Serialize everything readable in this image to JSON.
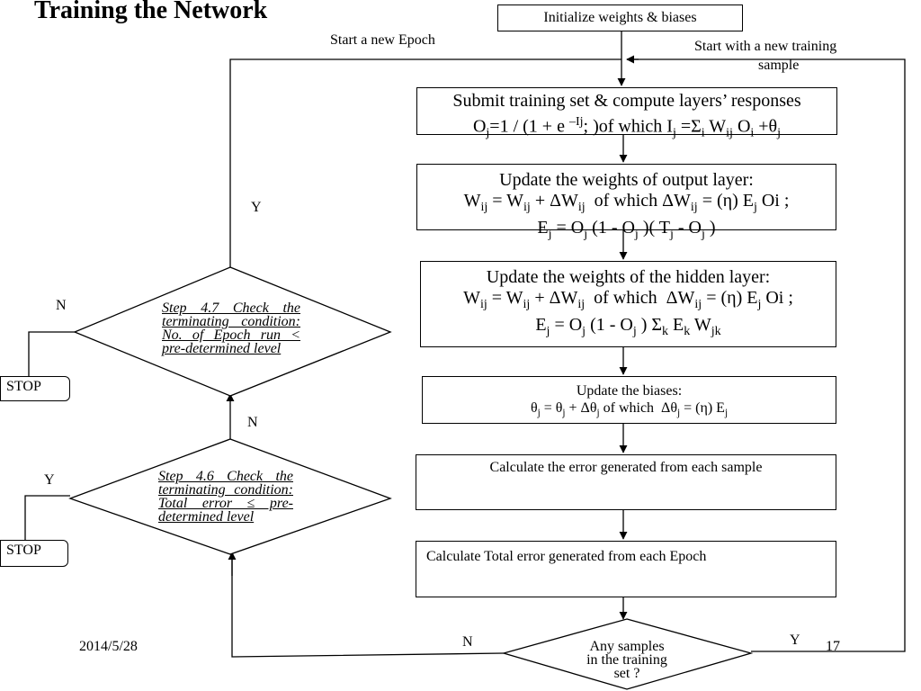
{
  "title": "Training the Network",
  "labels": {
    "start_new_epoch": "Start a new Epoch",
    "start_new_sample_1": "Start with a new training",
    "start_new_sample_2": "sample",
    "y_top": "Y",
    "n_left": "N",
    "n_mid": "N",
    "y_mid": "Y",
    "n_bottom": "N",
    "y_bottom": "Y",
    "date": "2014/5/28",
    "page_number": "17"
  },
  "boxes": {
    "init": "Initialize weights & biases",
    "submit_line1": "Submit training set & compute layers’ responses",
    "output_line1": "Update the weights of output layer:",
    "hidden_line1": "Update the weights of the hidden layer:",
    "biases_line1": "Update the biases:",
    "error_sample": "Calculate the error generated from each sample",
    "error_epoch": "Calculate Total error generated from each Epoch"
  },
  "decisions": {
    "step47": "Step 4.7 Check the terminating condition: No. of Epoch run < pre-determined level",
    "step46": "Step 4.6 Check the terminating condition: Total error ≤ pre-determined level",
    "samples_line1": "Any samples",
    "samples_line2": "in the training",
    "samples_line3": "set ?"
  },
  "stops": {
    "stop_top": "STOP",
    "stop_bottom": "STOP"
  }
}
